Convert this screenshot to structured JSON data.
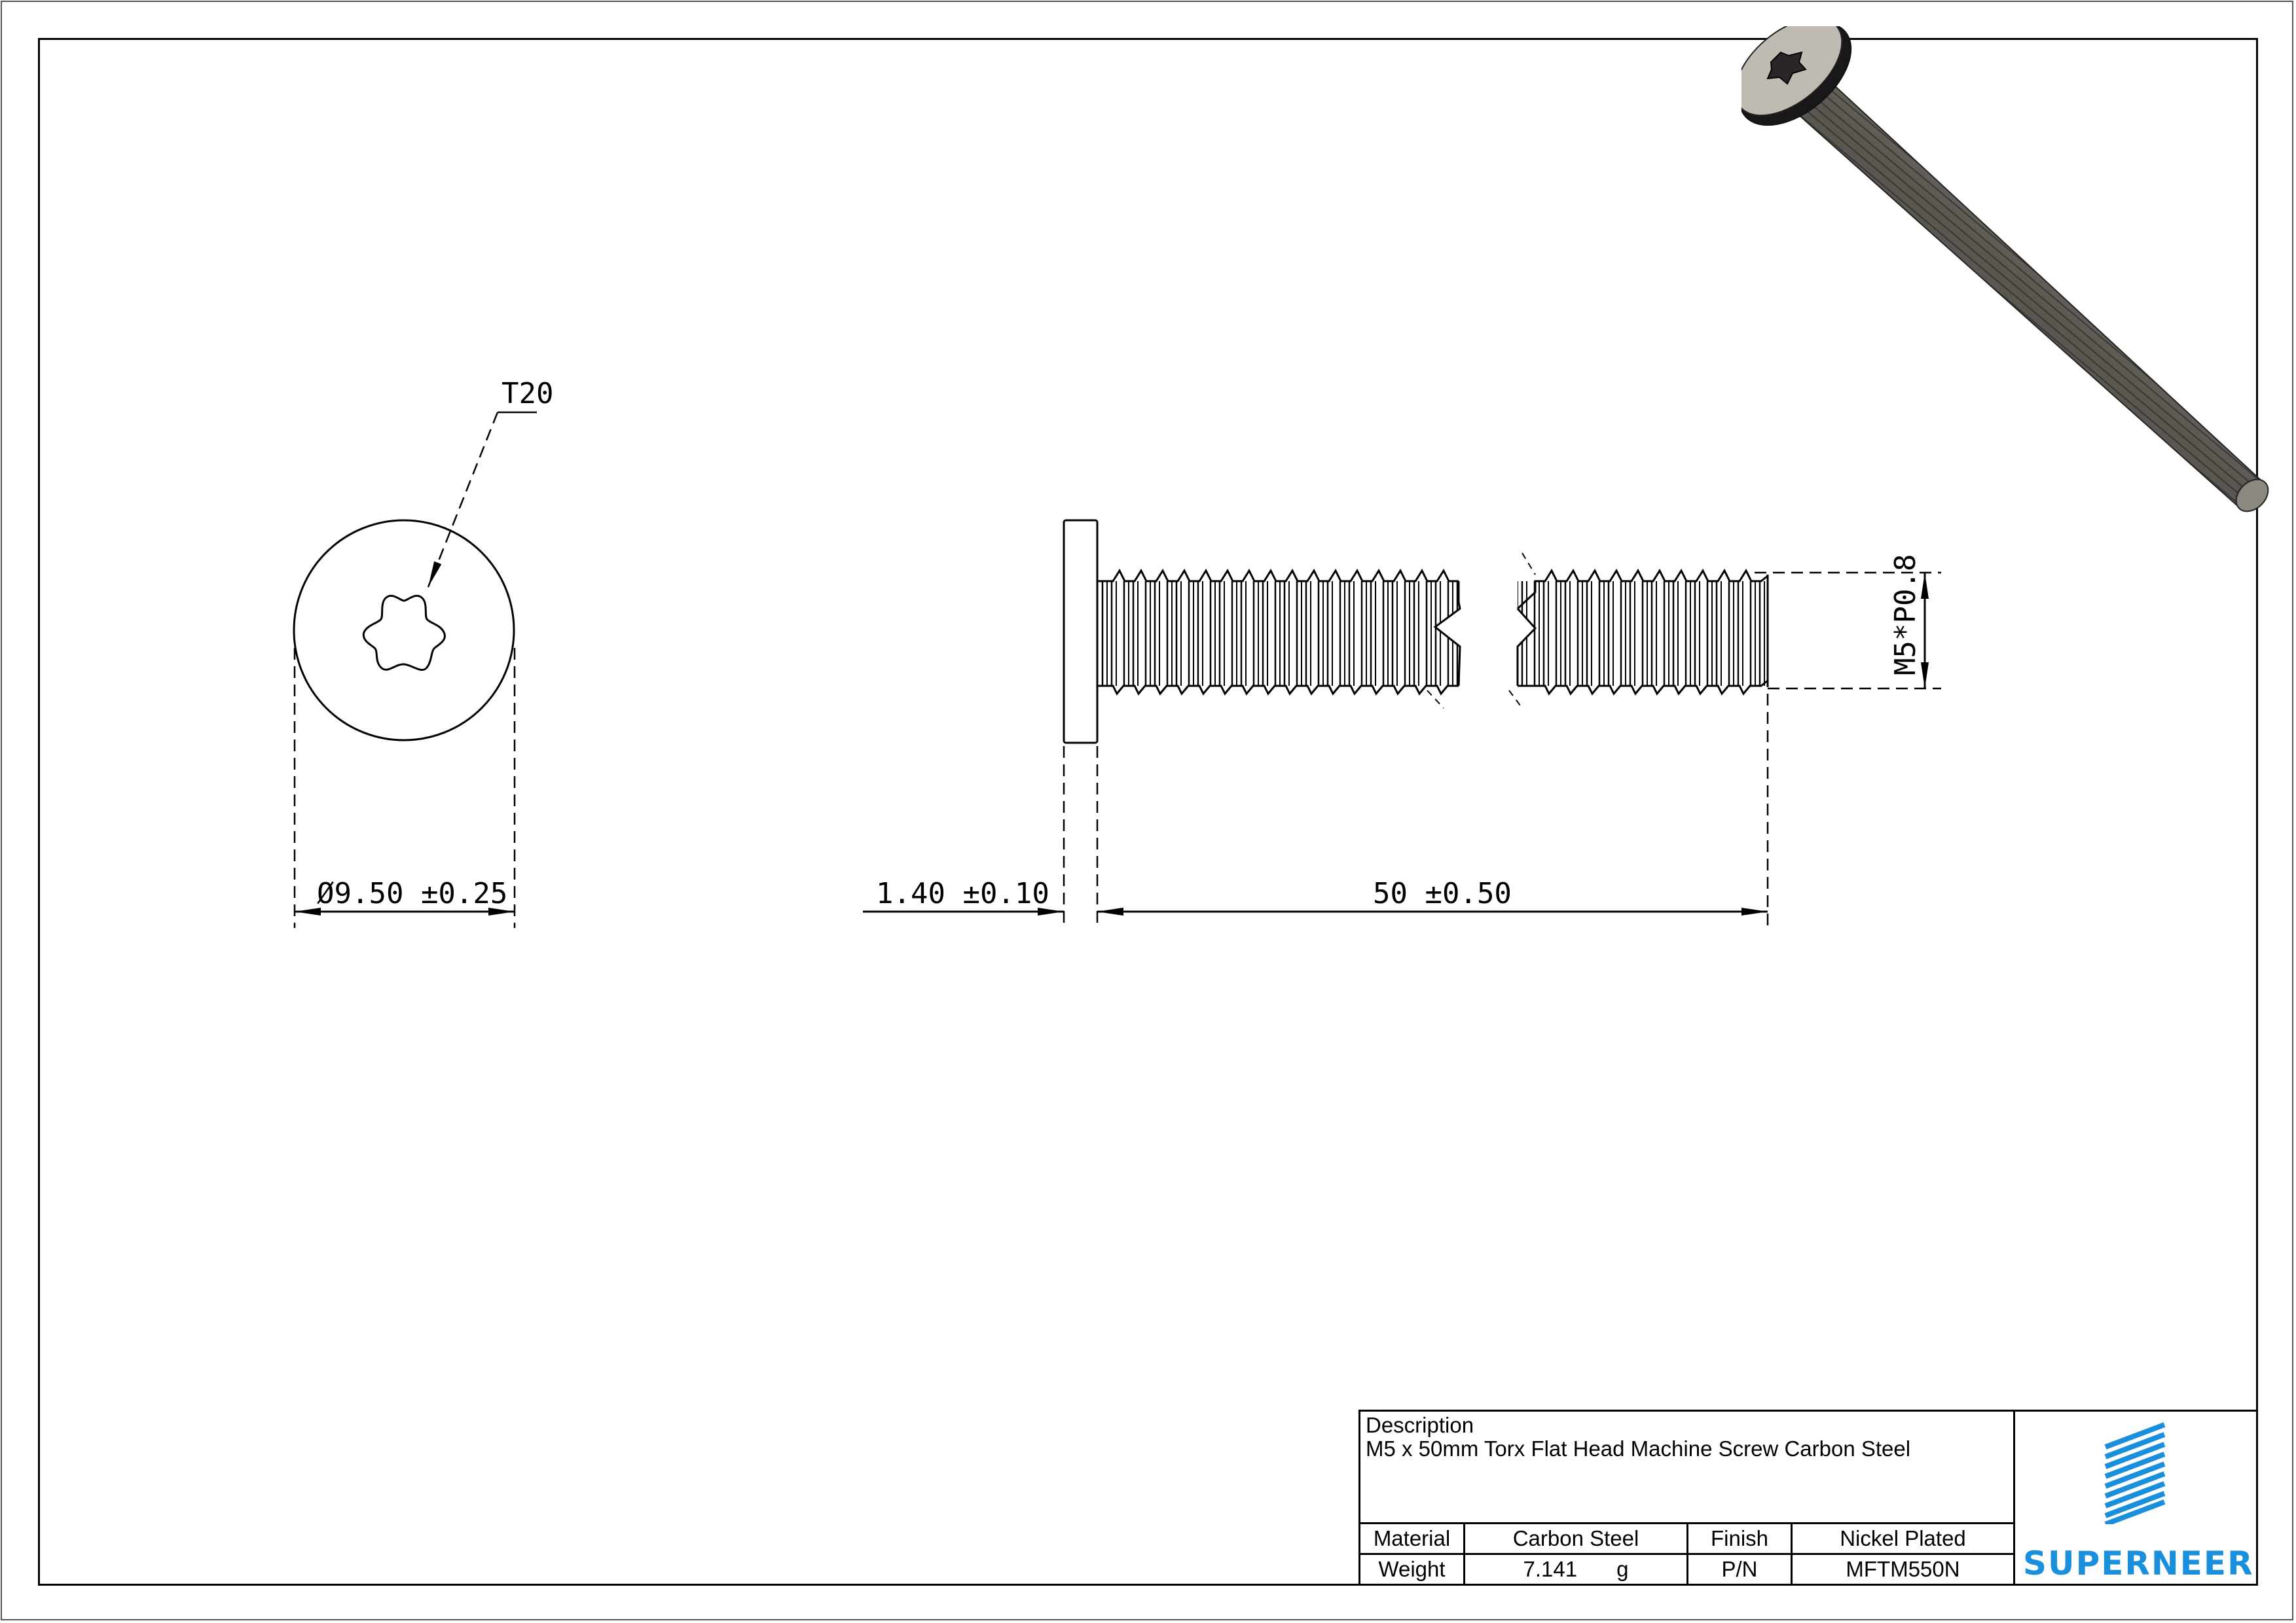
{
  "drawing": {
    "type": "engineering-drawing",
    "subject": "Torx flat head machine screw"
  },
  "front_view": {
    "drive_callout": "T20",
    "diameter_dimension": "Ø9.50 ±0.25",
    "diameter_value": "9.50",
    "diameter_tolerance": "±0.25"
  },
  "side_view": {
    "head_height_dimension": "1.40 ±0.10",
    "head_height_value": "1.40",
    "head_height_tolerance": "±0.10",
    "length_dimension": "50 ±0.50",
    "length_value": "50",
    "length_tolerance": "±0.50",
    "thread_callout": "M5*P0.8"
  },
  "title_block": {
    "description_label": "Description",
    "description_value": "M5 x 50mm Torx Flat Head Machine Screw Carbon Steel",
    "material_label": "Material",
    "material_value": "Carbon Steel",
    "finish_label": "Finish",
    "finish_value": "Nickel Plated",
    "weight_label": "Weight",
    "weight_value": "7.141",
    "weight_unit": "g",
    "pn_label": "P/N",
    "pn_value": "MFTM550N"
  },
  "logo": {
    "name": "SUPERNEER",
    "icon": "diagonal-stripes-logo-icon",
    "color": "#1a8fdb"
  },
  "colors": {
    "line": "#000000",
    "background": "#ffffff",
    "brand": "#1a8fdb"
  }
}
